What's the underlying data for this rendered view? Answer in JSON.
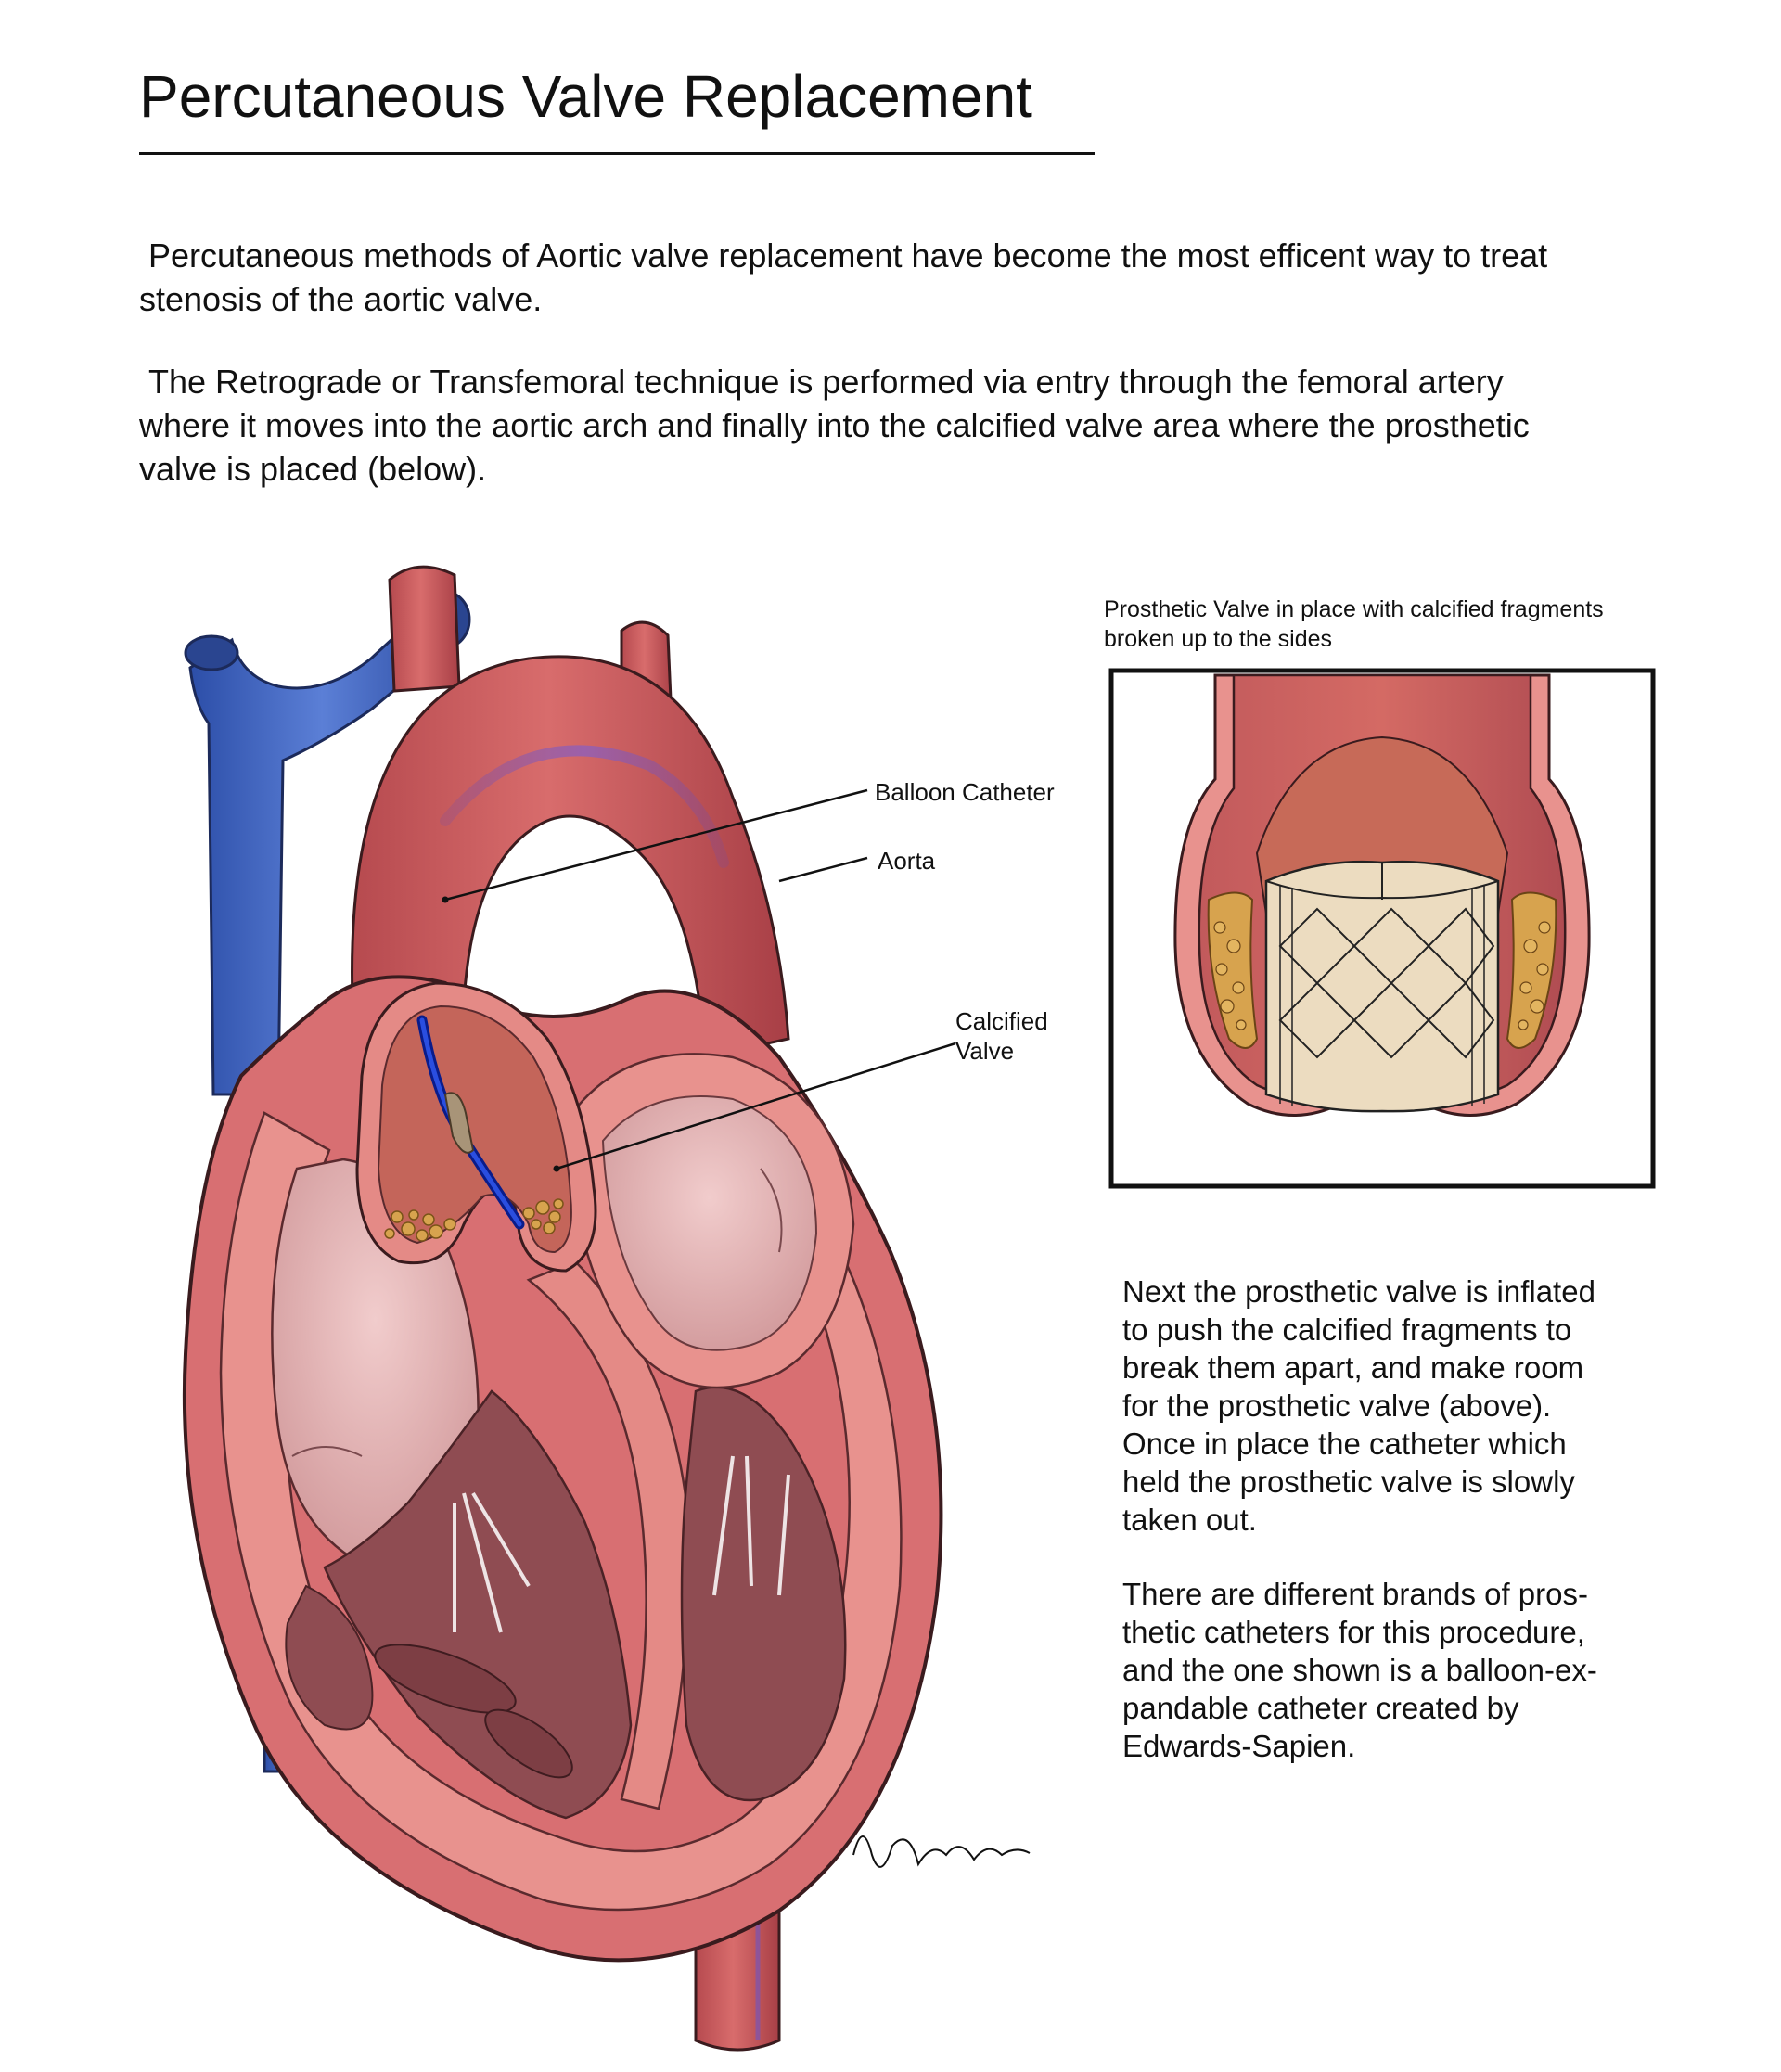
{
  "title": "Percutaneous Valve Replacement",
  "intro": [
    " Percutaneous methods of Aortic valve replacement have become the most efficent way to treat\nstenosis of the aortic valve.",
    " The Retrograde or Transfemoral technique is performed via entry through the femoral artery\nwhere it moves into the aortic arch and finally into the calcified valve area where the prosthetic\nvalve is placed (below)."
  ],
  "heart_diagram": {
    "labels": {
      "balloon_catheter": "Balloon Catheter",
      "aorta": "Aorta",
      "calcified_valve": "Calcified\nValve"
    },
    "signature": "Isabella Pesendo"
  },
  "inset": {
    "caption": "Prosthetic Valve in place with calcified fragments broken up to the sides"
  },
  "side_text": [
    "Next the prosthetic valve is inflated\nto push the calcified fragments to\nbreak them apart, and make room\nfor the prosthetic valve (above).\nOnce in place the catheter which\nheld the prosthetic valve is slowly\ntaken out.",
    "There are different brands of pros-\nthetic catheters for this procedure,\nand the one shown is a balloon-ex-\npandable catheter created by\nEdwards-Sapien."
  ],
  "colors": {
    "vein_blue": "#3f63c4",
    "artery_red": "#c9575a",
    "wall_pink": "#e48a86",
    "chamber_interior": "#e5b2b2",
    "dark_muscle": "#8f4c52",
    "calcification": "#d7a34e",
    "prosthesis_cream": "#ecdcc0"
  }
}
